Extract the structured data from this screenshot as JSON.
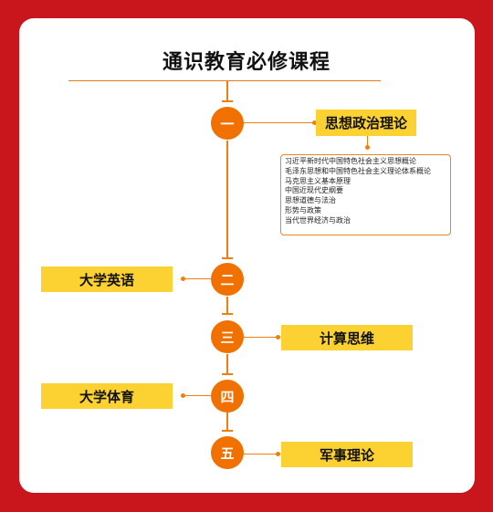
{
  "title": "通识教育必修课程",
  "nodes": [
    "一",
    "二",
    "三",
    "四",
    "五"
  ],
  "courses": {
    "politics": "思想政治理论",
    "english": "大学英语",
    "computing": "计算思维",
    "pe": "大学体育",
    "military": "军事理论"
  },
  "politics_courses": [
    "习近平新时代中国特色社会主义思想概论",
    "毛泽东思想和中国特色社会主义理论体系概论",
    "马克思主义基本原理",
    "中国近现代史纲要",
    "思想道德与法治",
    "形势与政策",
    "当代世界经济与政治"
  ],
  "colors": {
    "background": "#c8161c",
    "node": "#f07000",
    "label": "#fcd232",
    "line": "#f07f10"
  }
}
